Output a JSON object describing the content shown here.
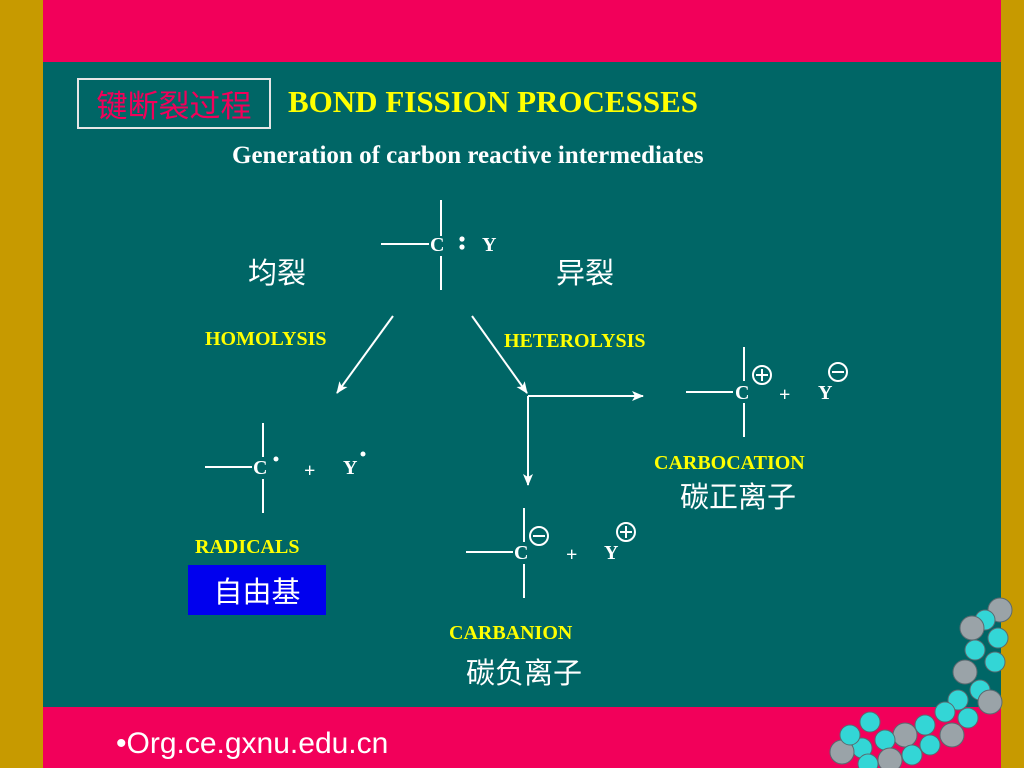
{
  "slide": {
    "title_cn": "键断裂过程",
    "title_en": "BOND FISSION PROCESSES",
    "subtitle": "Generation of carbon reactive intermediates",
    "footer": "•Org.ce.gxnu.edu.cn"
  },
  "diagram": {
    "start": {
      "atom1": "C",
      "bond": ":",
      "atom2": "Y"
    },
    "homolysis": {
      "cn": "均裂",
      "en": "HOMOLYSIS"
    },
    "heterolysis": {
      "cn": "异裂",
      "en": "HETEROLYSIS"
    },
    "radicals": {
      "atom1": "C",
      "atom2": "Y",
      "plus": "+",
      "label_en": "RADICALS",
      "label_cn": "自由基"
    },
    "carbocation": {
      "atom1": "C",
      "atom2": "Y",
      "plus": "+",
      "charge1": "+",
      "charge2": "−",
      "label_en": "CARBOCATION",
      "label_cn": "碳正离子"
    },
    "carbanion": {
      "atom1": "C",
      "atom2": "Y",
      "plus": "+",
      "charge1": "−",
      "charge2": "+",
      "label_en": "CARBANION",
      "label_cn": "碳负离子"
    }
  },
  "colors": {
    "background_frame": "#c79a00",
    "accent_band": "#f2005a",
    "panel": "#006666",
    "heading": "#ffff00",
    "text": "#ffffff",
    "highlight_box": "#0000ee"
  }
}
